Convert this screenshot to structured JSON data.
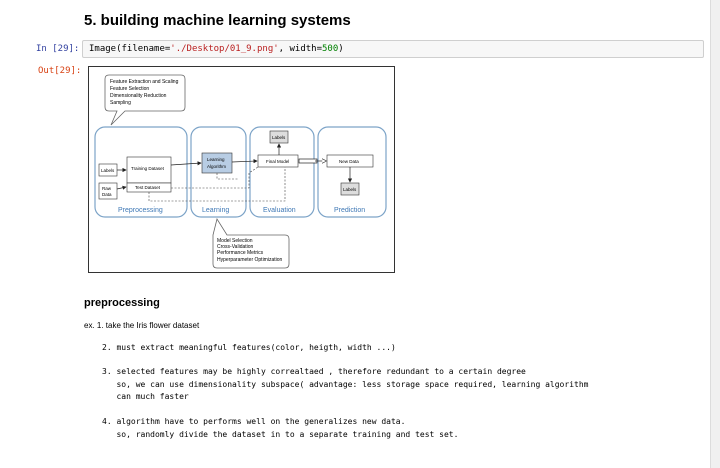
{
  "heading": "5. building machine learning systems",
  "in_prompt": "In [29]:",
  "out_prompt": "Out[29]:",
  "code": {
    "prefix": "Image(filename=",
    "string": "'./Desktop/01_9.png'",
    "middle": ", width=",
    "number": "500",
    "suffix": ")"
  },
  "diagram": {
    "callout_top": [
      "Feature Extraction and Scaling",
      "Feature Selection",
      "Dimensionality Reduction",
      "Sampling"
    ],
    "callout_bottom": [
      "Model Selection",
      "Cross-Validation",
      "Performance Metrics",
      "Hyperparameter Optimization"
    ],
    "labels_box": "Labels",
    "raw_data": [
      "Raw",
      "Data"
    ],
    "training_dataset": "Training Dataset",
    "test_dataset": "Test Dataset",
    "learning_algorithm": [
      "Learning",
      "Algorithm"
    ],
    "final_model": "Final Model",
    "eval_labels": "Labels",
    "new_data": "New Data",
    "pred_labels": "Labels",
    "stages": [
      "Preprocessing",
      "Learning",
      "Evaluation",
      "Prediction"
    ]
  },
  "section_title": "preprocessing",
  "example": "ex. 1. take the Iris flower dataset",
  "items": [
    "2. must extract meaningful features(color, heigth, width ...)",
    "3. selected features may be highly correaltaed , therefore redundant to a certain degree",
    "   so, we can use dimensionality subspace( advantage: less storage space required, learning algorithm",
    "   can much faster",
    "4. algorithm have to performs well on the generalizes new data.",
    "   so, randomly divide the dataset in to a separate training and test set."
  ]
}
